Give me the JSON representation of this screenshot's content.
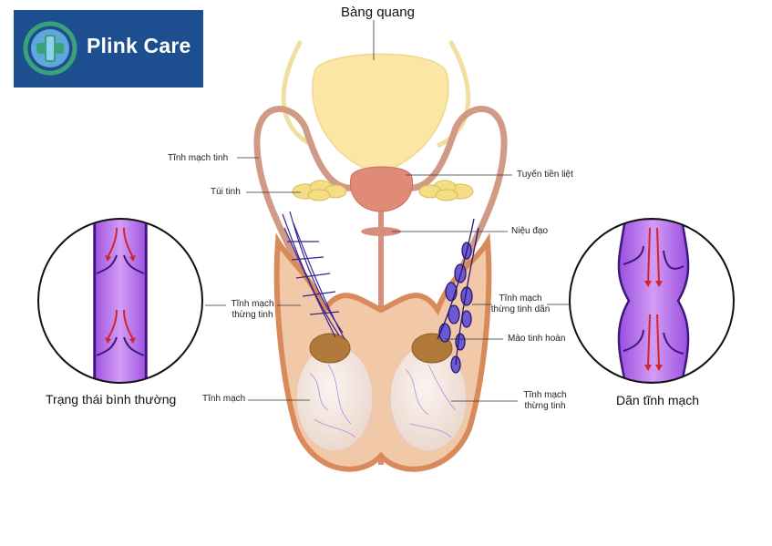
{
  "brand": {
    "name": "Plink Care"
  },
  "labels": {
    "bladder": "Bàng quang",
    "spermatic_vein": "Tĩnh mạch tinh",
    "seminal_vesicle": "Túi tinh",
    "prostate": "Tuyến tiền liệt",
    "urethra": "Niệu đạo",
    "pampiniform_left_1": "Tĩnh mạch",
    "pampiniform_left_2": "thừng tinh",
    "dilated_1": "Tĩnh mạch",
    "dilated_2": "thừng tinh dãn",
    "epididymis": "Mào tinh hoàn",
    "vein": "Tĩnh mạch",
    "cord_vein_1": "Tĩnh mạch",
    "cord_vein_2": "thừng tinh"
  },
  "captions": {
    "normal": "Trạng thái bình thường",
    "varicocele": "Dãn tĩnh mạch"
  },
  "colors": {
    "brand_bg": "#1d4e8f",
    "bladder": "#fbe6a6",
    "prostate": "#e08a78",
    "vein": "#7a2fc0",
    "arrow": "#d0252b",
    "skin": "#f2c9a8"
  }
}
